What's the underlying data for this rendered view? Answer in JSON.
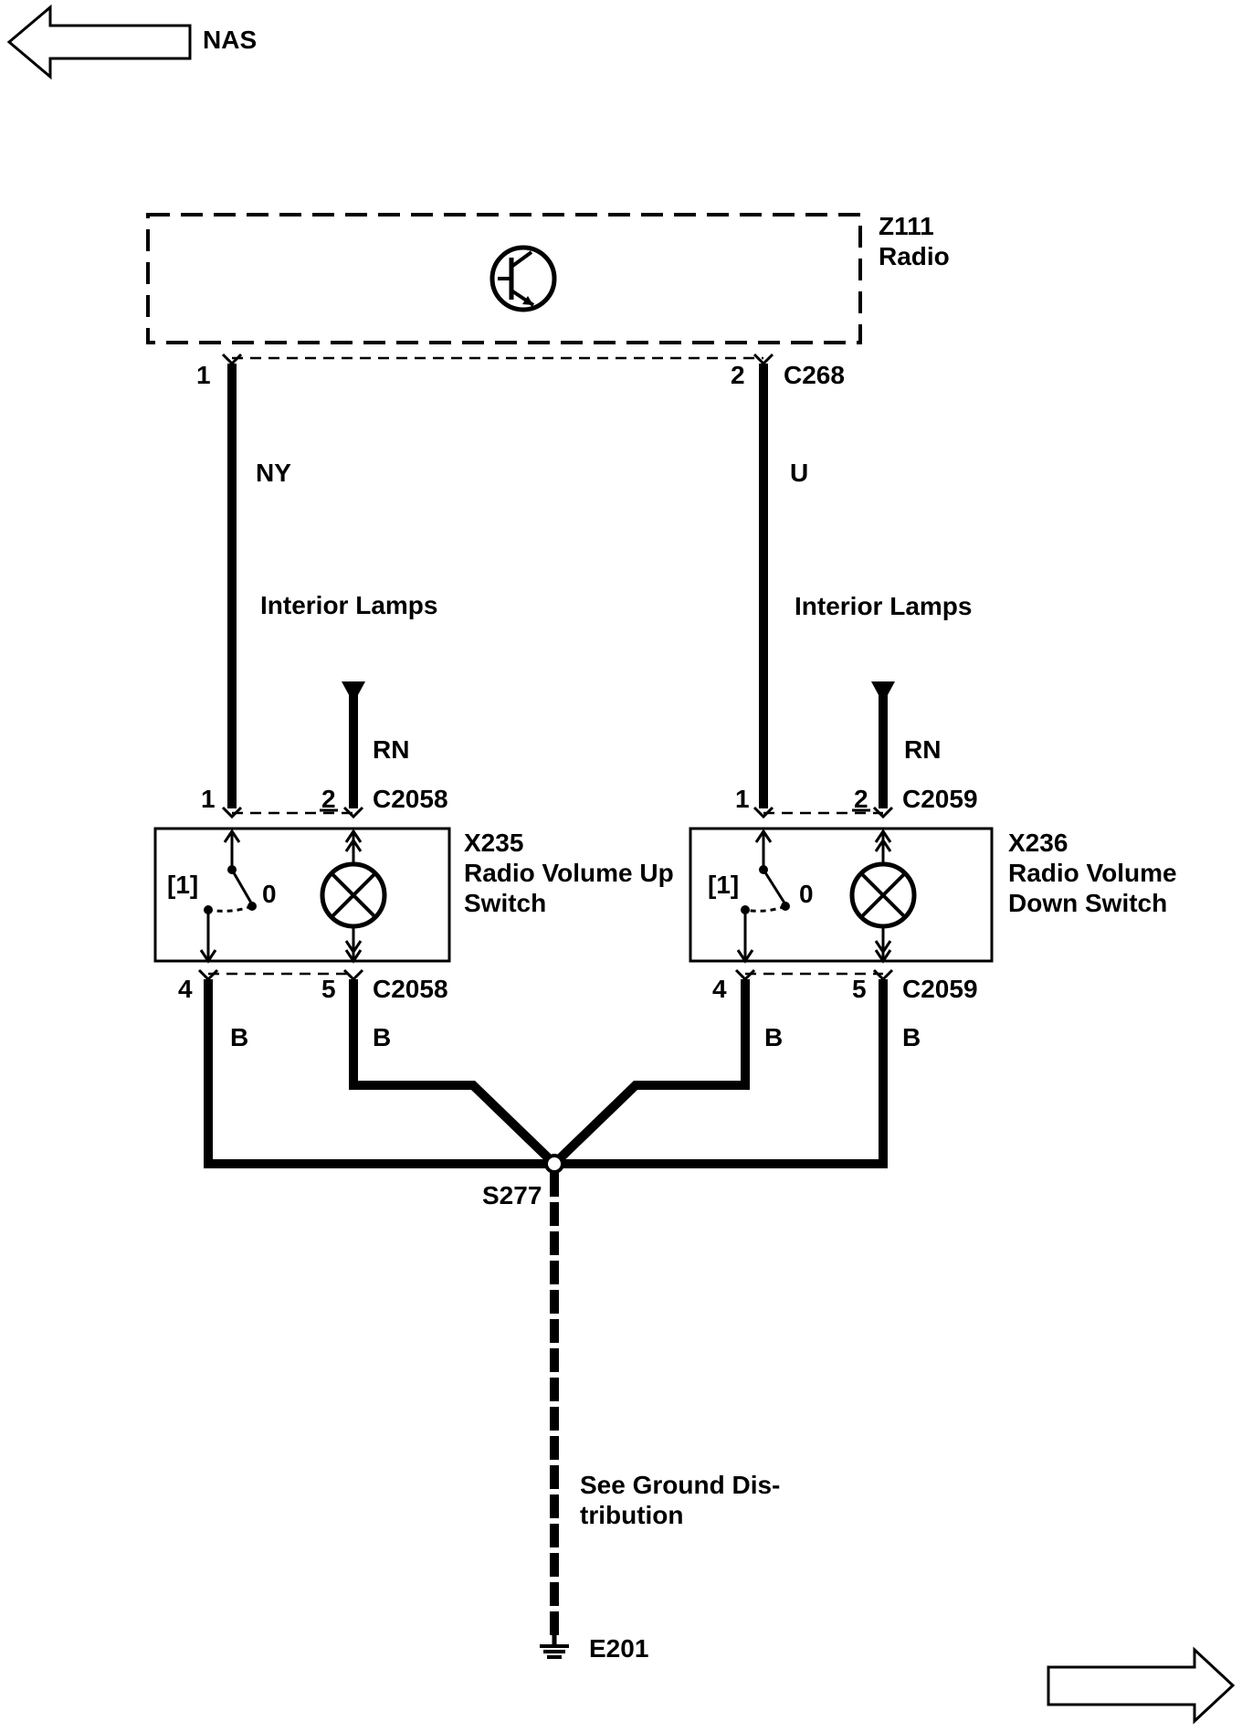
{
  "nav": {
    "left_arrow_label": "NAS"
  },
  "radio": {
    "id": "Z111",
    "name": "Radio",
    "connector": "C268",
    "pin_left": "1",
    "pin_right": "2"
  },
  "wires": {
    "left_color": "NY",
    "right_color": "U",
    "left_circuit": "Interior Lamps",
    "right_circuit": "Interior Lamps",
    "left_feed": "RN",
    "right_feed": "RN",
    "ground_left_a": "B",
    "ground_left_b": "B",
    "ground_right_a": "B",
    "ground_right_b": "B"
  },
  "switch_up": {
    "id": "X235",
    "name_line1": "Radio Volume Up",
    "name_line2": "Switch",
    "connector_top": "C2058",
    "connector_bottom": "C2058",
    "pin_top_1": "1",
    "pin_top_2": "2",
    "pin_bottom_4": "4",
    "pin_bottom_5": "5",
    "pos_on": "[1]",
    "pos_off": "0"
  },
  "switch_down": {
    "id": "X236",
    "name_line1": "Radio Volume",
    "name_line2": "Down Switch",
    "connector_top": "C2059",
    "connector_bottom": "C2059",
    "pin_top_1": "1",
    "pin_top_2": "2",
    "pin_bottom_4": "4",
    "pin_bottom_5": "5",
    "pos_on": "[1]",
    "pos_off": "0"
  },
  "splice": {
    "id": "S277"
  },
  "ground": {
    "note_line1": "See Ground Dis-",
    "note_line2": "tribution",
    "id": "E201"
  }
}
